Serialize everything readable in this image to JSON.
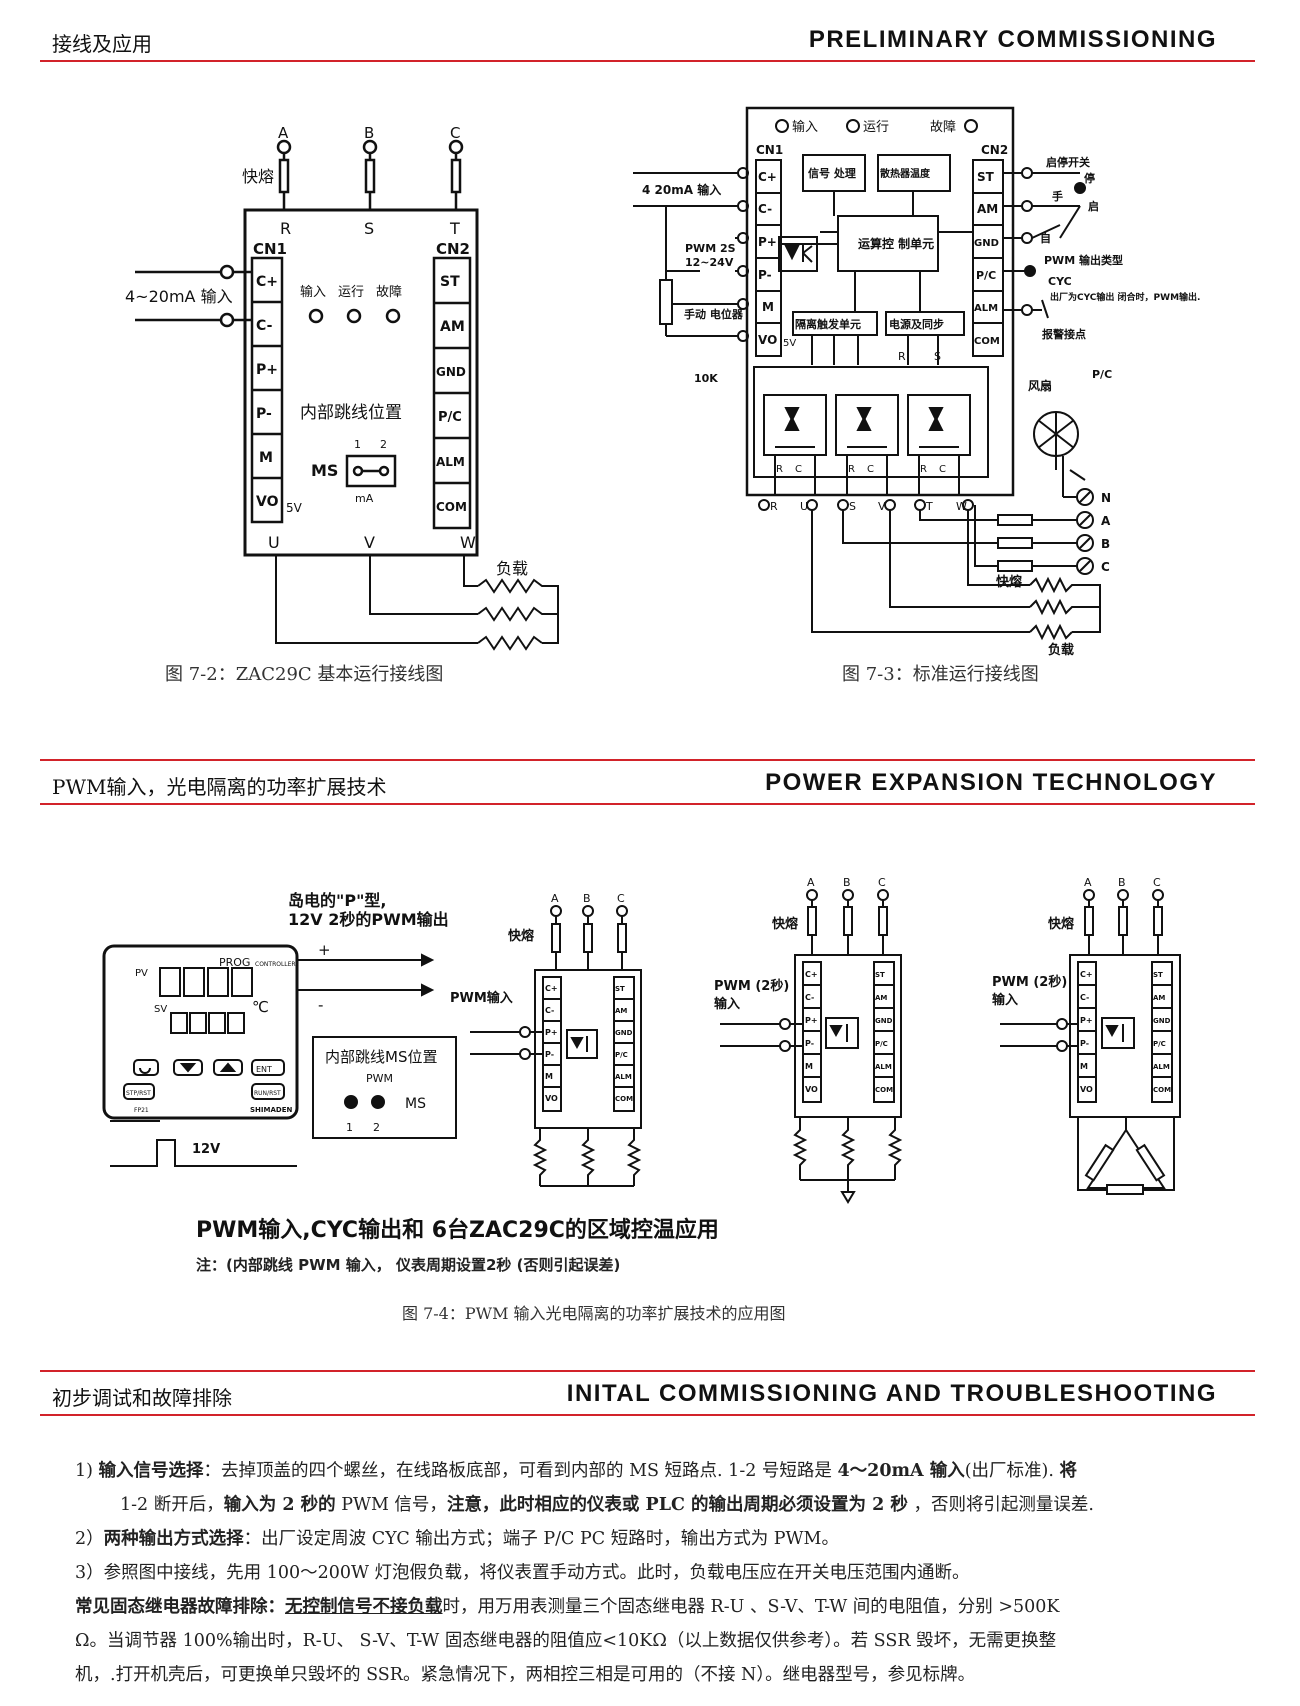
{
  "section1": {
    "cn": "接线及应用",
    "en": "PRELIMINARY COMMISSIONING"
  },
  "section2": {
    "cn": "PWM输入，光电隔离的功率扩展技术",
    "en": "POWER EXPANSION TECHNOLOGY"
  },
  "section3": {
    "cn": "初步调试和故障排除",
    "en": "INITAL COMMISSIONING AND TROUBLESHOOTING"
  },
  "fig2": {
    "caption": "图 7-2：ZAC29C 基本运行接线图",
    "phases": [
      "A",
      "B",
      "C"
    ],
    "fuse": "快熔",
    "top_terms": [
      "R",
      "S",
      "T"
    ],
    "bottom_terms": [
      "U",
      "V",
      "W"
    ],
    "cn1": "CN1",
    "cn2": "CN2",
    "input": "4~20mA 输入",
    "left_terms": [
      "C+",
      "C-",
      "P+",
      "P-",
      "M",
      "VO"
    ],
    "vo_note": "5V",
    "right_terms": [
      "ST",
      "AM",
      "GND",
      "P/C",
      "ALM",
      "COM"
    ],
    "leds": [
      "输入",
      "运行",
      "故障"
    ],
    "jumper_title": "内部跳线位置",
    "ms": "MS",
    "ms_nums": [
      "1",
      "2"
    ],
    "ms_unit": "mA",
    "load": "负载"
  },
  "fig3": {
    "caption": "图 7-3：标准运行接线图",
    "leds": [
      "输入",
      "运行",
      "故障"
    ],
    "cn1": "CN1",
    "cn2": "CN2",
    "left_terms": [
      "C+",
      "C-",
      "P+",
      "P-",
      "M",
      "VO"
    ],
    "right_terms": [
      "ST",
      "AM",
      "GND",
      "P/C",
      "ALM",
      "COM"
    ],
    "input": "4 20mA 输入",
    "pwm": "PWM 2S",
    "pwm_v": "12~24V",
    "pot": "手动 电位器",
    "pot_val": "10K",
    "vo_note": "5V",
    "blocks": [
      "信号 处理",
      "散热器温度",
      "运算控 制单元",
      "隔离触发单元",
      "电源及同步"
    ],
    "rs": [
      "R",
      "S"
    ],
    "rc": [
      "R",
      "C"
    ],
    "terms": [
      "R",
      "U",
      "S",
      "V",
      "T",
      "W"
    ],
    "switch": "启停开关",
    "stop": "停",
    "start": "启",
    "hand": "手",
    "auto": "自",
    "pwm_type": "PWM 输出类型",
    "cyc": "CYC",
    "cyc_note": "出厂为CYC输出 闭合时，PWM输出.",
    "alarm": "报警接点",
    "fan": "风扇",
    "pc": "P/C",
    "nabc": [
      "N",
      "A",
      "B",
      "C"
    ],
    "fuse": "快熔",
    "load": "负载"
  },
  "fig4": {
    "title1": "岛电的\"P\"型,",
    "title2": "12V 2秒的PWM输出",
    "pv": "PV",
    "sv": "SV",
    "prog": "PROG",
    "controller": "CONTROLLER",
    "deg": "℃",
    "keys": [
      "ENT",
      "STP/RST",
      "RUN/RST"
    ],
    "model": "FP21",
    "brand": "SHIMADEN",
    "plus": "+",
    "minus": "-",
    "v12": "12V",
    "ms_box_title": "内部跳线MS位置",
    "ms_box_pwm": "PWM",
    "ms": "MS",
    "ms_nums": [
      "1",
      "2"
    ],
    "pwm_in": "PWM输入",
    "pwm2": "PWM (2秒)",
    "pwm2b": "输入",
    "fuse": "快熔",
    "phases": [
      "A",
      "B",
      "C"
    ],
    "left_terms": [
      "C+",
      "C-",
      "P+",
      "P-",
      "M",
      "VO"
    ],
    "right_terms": [
      "ST",
      "AM",
      "GND",
      "P/C",
      "ALM",
      "COM"
    ],
    "bigcap": "PWM输入,CYC输出和 6台ZAC29C的区域控温应用",
    "note": "注：(内部跳线 PWM 输入，  仪表周期设置2秒 (否则引起误差)",
    "caption": "图 7-4：PWM 输入光电隔离的功率扩展技术的应用图"
  },
  "text": {
    "l1a": "1)    ",
    "l1b": "输入信号选择",
    "l1c": "：去掉顶盖的四个螺丝，在线路板底部，可看到内部的 MS 短路点. 1-2 号短路是 ",
    "l1d": "4～20mA 输入",
    "l1e": "(出厂标准). ",
    "l1f": "将",
    "l2a": "1-2 断开后，",
    "l2b": "输入为 2 秒的",
    "l2c": " PWM 信号，",
    "l2d": "注意，此时相应的仪表或 PLC 的输出周期必须设置为 2 秒",
    "l2e": " ，否则将引起测量误差.",
    "l3a": "2）",
    "l3b": "两种输出方式选择",
    "l3c": "：出厂设定周波 CYC 输出方式；端子 P/C PC 短路时，输出方式为 PWM。",
    "l4": "3）参照图中接线，先用 100～200W 灯泡假负载，将仪表置手动方式。此时，负载电压应在开关电压范围内通断。",
    "l5a": "常见固态继电器故障排除：",
    "l5b": "无控制信号不接负载",
    "l5c": "时，用万用表测量三个固态继电器 R-U 、S-V、T-W 间的电阻值，分别 >500K",
    "l6": "Ω。当调节器 100%输出时，R-U、  S-V、T-W 固态继电器的阻值应<10KΩ（以上数据仅供参考）。若 SSR 毁坏，无需更换整",
    "l7": "机，.打开机壳后，可更换单只毁坏的 SSR。紧急情况下，两相控三相是可用的（不接 N）。继电器型号，参见标牌。"
  }
}
